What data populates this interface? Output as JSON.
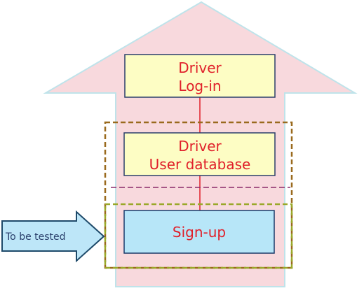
{
  "colors": {
    "big_arrow_fill": "#f8d9dd",
    "big_arrow_stroke": "#bfe3ea",
    "driver_box_fill": "#fdfdc4",
    "driver_box_stroke": "#2a3f6b",
    "signup_box_fill": "#b7e6f8",
    "signup_box_stroke": "#1a3a6a",
    "box_text": "#e0202a",
    "connector": "#e0202a",
    "outer_dashed": "#9a6a1e",
    "lower_dashed": "#9aa82a",
    "divider_dashed": "#8a2a6a",
    "side_arrow_fill": "#bde6f8",
    "side_arrow_stroke": "#1e4a6a",
    "side_arrow_text": "#2a3f6b"
  },
  "boxes": {
    "login_driver": {
      "line1": "Driver",
      "line2": "Log-in"
    },
    "userdb_driver": {
      "line1": "Driver",
      "line2": "User database"
    },
    "signup": {
      "label": "Sign-up"
    }
  },
  "side_arrow": {
    "label": "To be tested"
  }
}
